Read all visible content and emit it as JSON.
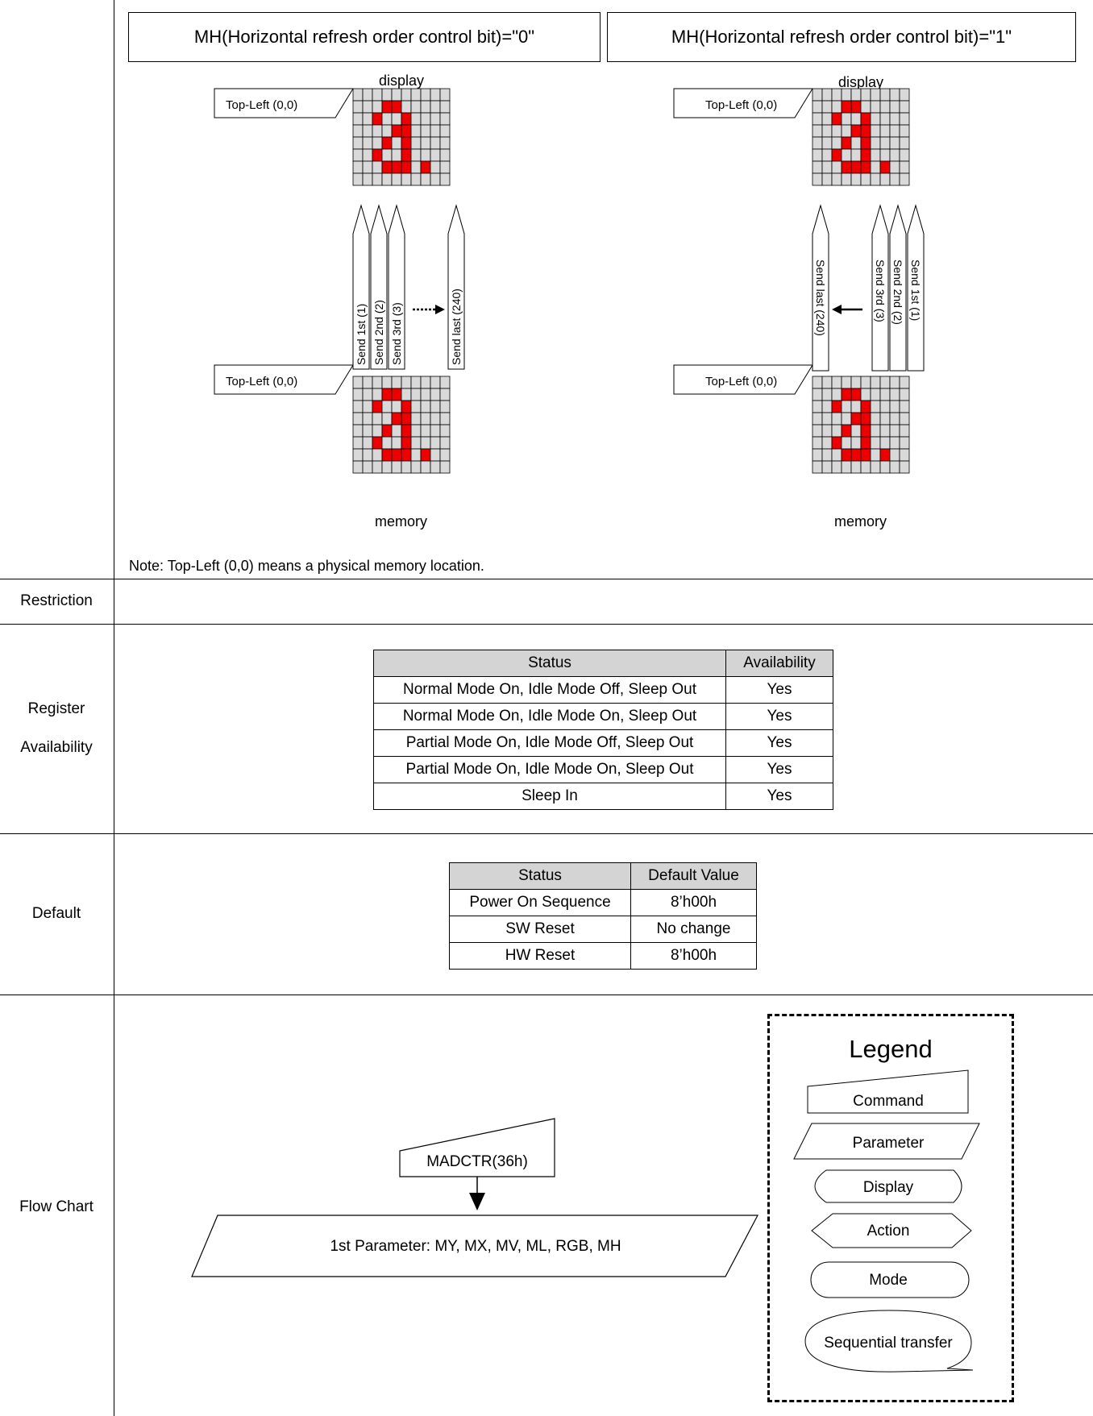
{
  "mh": {
    "left_title": "MH(Horizontal refresh order control bit)=\"0\"",
    "right_title": "MH(Horizontal refresh order control bit)=\"1\"",
    "display_label": "display",
    "memory_label": "memory",
    "topleft_label": "Top-Left (0,0)",
    "left_sends": [
      "Send 1st (1)",
      "Send 2nd (2)",
      "Send 3rd (3)",
      "Send last (240)"
    ],
    "right_sends": [
      "Send last (240)",
      "Send 3rd (3)",
      "Send 2nd (2)",
      "Send 1st (1)"
    ],
    "note": "Note: Top-Left (0,0) means a physical memory location.",
    "pattern": [
      [
        0,
        0,
        0,
        0,
        0,
        0,
        0,
        0,
        0,
        0
      ],
      [
        0,
        0,
        0,
        1,
        1,
        0,
        0,
        0,
        0,
        0
      ],
      [
        0,
        0,
        1,
        0,
        0,
        1,
        0,
        0,
        0,
        0
      ],
      [
        0,
        0,
        0,
        0,
        1,
        1,
        0,
        0,
        0,
        0
      ],
      [
        0,
        0,
        0,
        1,
        0,
        1,
        0,
        0,
        0,
        0
      ],
      [
        0,
        0,
        1,
        0,
        0,
        1,
        0,
        0,
        0,
        0
      ],
      [
        0,
        0,
        0,
        1,
        1,
        1,
        0,
        1,
        0,
        0
      ],
      [
        0,
        0,
        0,
        0,
        0,
        0,
        0,
        0,
        0,
        0
      ]
    ],
    "colors": {
      "on": "#ee0000",
      "off": "#d9d9d9"
    }
  },
  "rows": {
    "restriction": "Restriction",
    "register": "Register",
    "availability": "Availability",
    "default": "Default",
    "flowchart": "Flow Chart"
  },
  "availability_table": {
    "headers": [
      "Status",
      "Availability"
    ],
    "rows": [
      [
        "Normal Mode On, Idle Mode Off, Sleep Out",
        "Yes"
      ],
      [
        "Normal Mode On, Idle Mode On, Sleep Out",
        "Yes"
      ],
      [
        "Partial Mode On, Idle Mode Off, Sleep Out",
        "Yes"
      ],
      [
        "Partial Mode On, Idle Mode On, Sleep Out",
        "Yes"
      ],
      [
        "Sleep In",
        "Yes"
      ]
    ]
  },
  "default_table": {
    "headers": [
      "Status",
      "Default Value"
    ],
    "rows": [
      [
        "Power On Sequence",
        "8’h00h"
      ],
      [
        "SW Reset",
        "No change"
      ],
      [
        "HW Reset",
        "8’h00h"
      ]
    ]
  },
  "flow": {
    "command": "MADCTR(36h)",
    "parameter": "1st Parameter: MY, MX, MV, ML, RGB, MH"
  },
  "legend": {
    "title": "Legend",
    "command": "Command",
    "parameter": "Parameter",
    "display": "Display",
    "action": "Action",
    "mode": "Mode",
    "sequential": "Sequential transfer"
  }
}
